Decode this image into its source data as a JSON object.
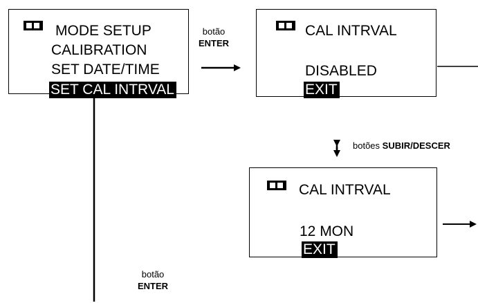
{
  "screen_mode_setup": {
    "items": [
      "MODE SETUP",
      "CALIBRATION",
      "SET DATE/TIME"
    ],
    "selected": "SET CAL INTRVAL"
  },
  "screen_cal_disabled": {
    "title": "CAL INTRVAL",
    "value": "DISABLED",
    "exit": "EXIT"
  },
  "screen_cal_12mon": {
    "title": "CAL INTRVAL",
    "value": "12 MON",
    "exit": "EXIT"
  },
  "labels": {
    "enter_top_line1": "botão",
    "enter_top_line2": "ENTER",
    "updown_prefix": "botões",
    "updown_bold": "SUBIR/DESCER",
    "enter_bottom_line1": "botão",
    "enter_bottom_line2": "ENTER"
  },
  "icons": {
    "battery": "battery-icon",
    "arrow": "arrow-icon"
  }
}
